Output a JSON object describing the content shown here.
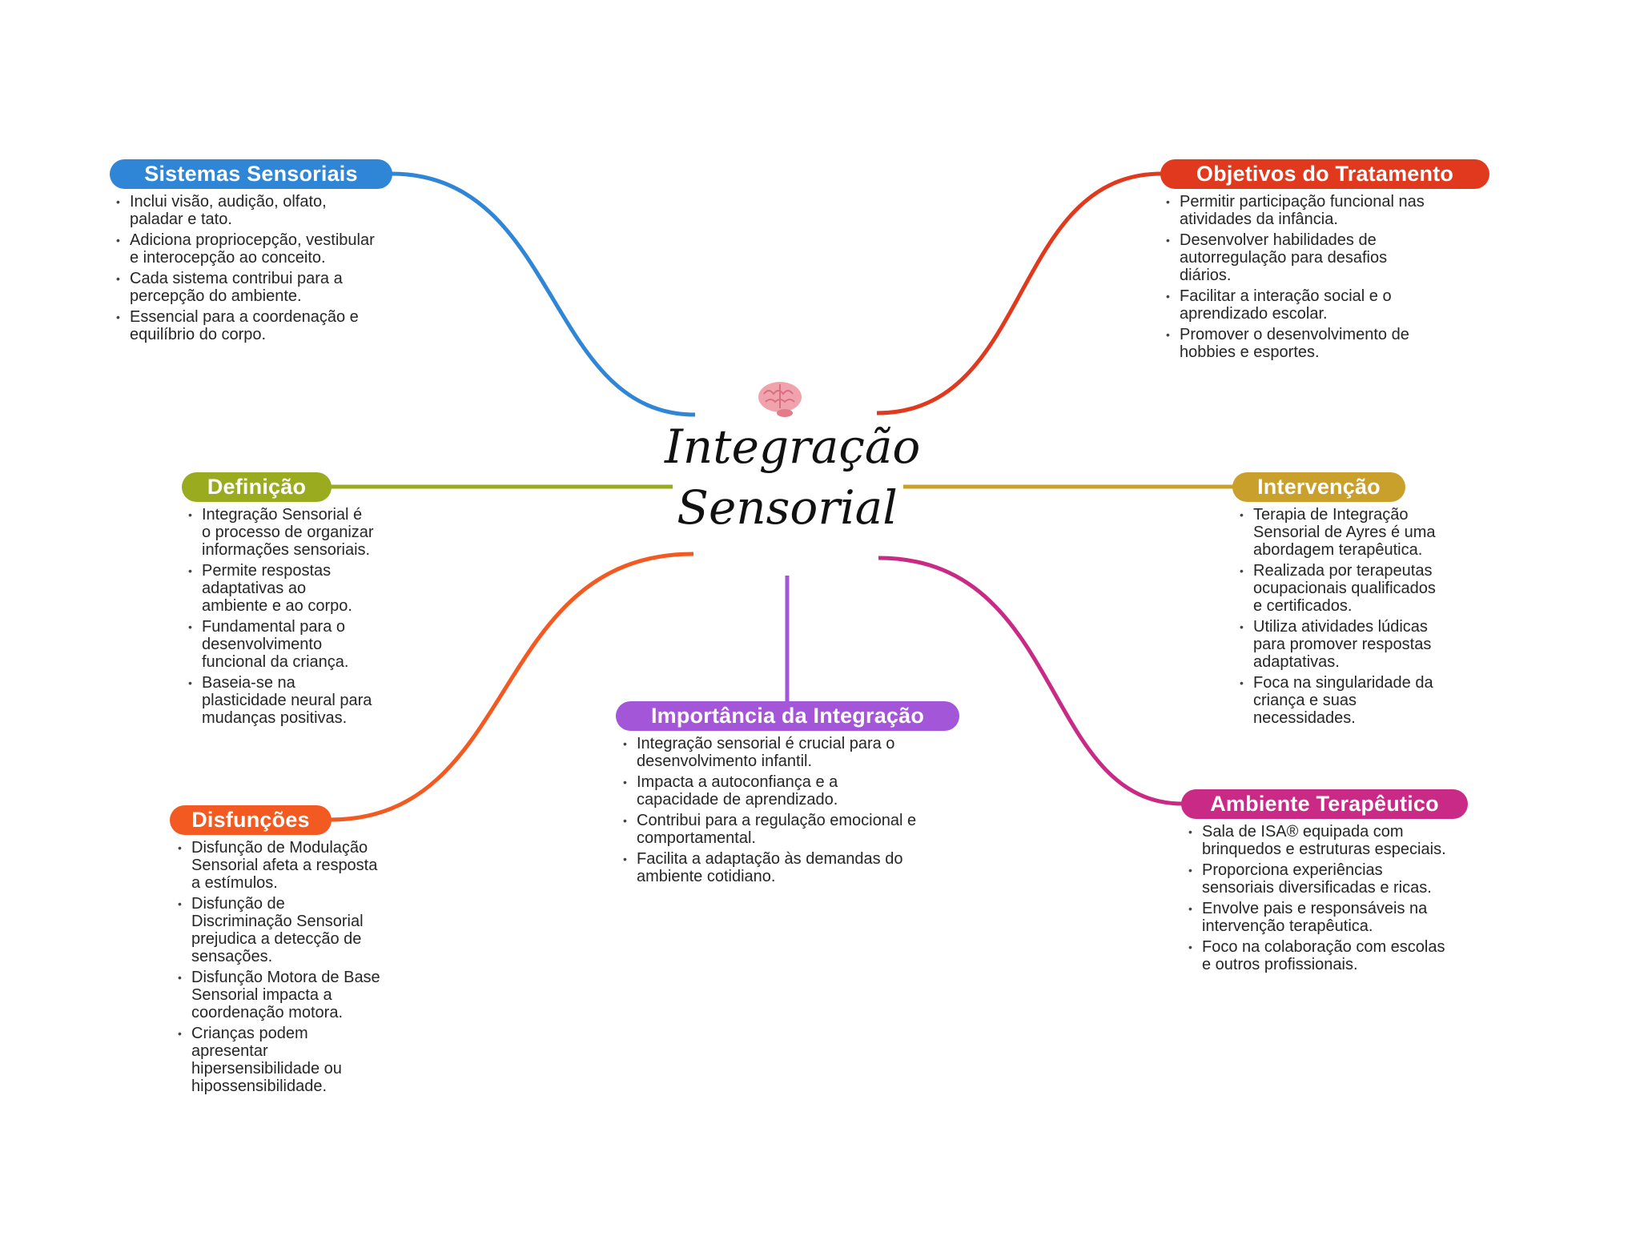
{
  "center": {
    "line1": "Integração",
    "line2": "Sensorial",
    "icon": "brain-icon"
  },
  "branches": [
    {
      "id": "b-sist",
      "title": "Sistemas Sensoriais",
      "color": "#2f86d6",
      "items": [
        "Inclui visão, audição, olfato, paladar e tato.",
        "Adiciona propriocepção, vestibular e interocepção ao conceito.",
        "Cada sistema contribui para a percepção do ambiente.",
        "Essencial para a coordenação e equilíbrio do corpo."
      ]
    },
    {
      "id": "b-obj",
      "title": "Objetivos do Tratamento",
      "color": "#e0391d",
      "items": [
        "Permitir participação funcional nas atividades da infância.",
        "Desenvolver habilidades de autorregulação para desafios diários.",
        "Facilitar a interação social e o aprendizado escolar.",
        "Promover o desenvolvimento de hobbies e esportes."
      ]
    },
    {
      "id": "b-def",
      "title": "Definição",
      "color": "#9aab1f",
      "items": [
        "Integração Sensorial é o processo de organizar informações sensoriais.",
        "Permite respostas adaptativas ao ambiente e ao corpo.",
        "Fundamental para o desenvolvimento funcional da criança.",
        "Baseia-se na plasticidade neural para mudanças positivas."
      ]
    },
    {
      "id": "b-int",
      "title": "Intervenção",
      "color": "#c9a02c",
      "items": [
        "Terapia de Integração Sensorial de Ayres é uma abordagem terapêutica.",
        "Realizada por terapeutas ocupacionais qualificados e certificados.",
        "Utiliza atividades lúdicas para promover respostas adaptativas.",
        "Foca na singularidade da criança e suas necessidades."
      ]
    },
    {
      "id": "b-dis",
      "title": "Disfunções",
      "color": "#f25a22",
      "items": [
        "Disfunção de Modulação Sensorial afeta a resposta a estímulos.",
        "Disfunção de Discriminação Sensorial prejudica a detecção de sensações.",
        "Disfunção Motora de Base Sensorial impacta a coordenação motora.",
        "Crianças podem apresentar hipersensibilidade ou hipossensibilidade."
      ]
    },
    {
      "id": "b-imp",
      "title": "Importância da Integração",
      "color": "#a356d8",
      "items": [
        "Integração sensorial é crucial para o desenvolvimento infantil.",
        "Impacta a autoconfiança e a capacidade de aprendizado.",
        "Contribui para a regulação emocional e comportamental.",
        "Facilita a adaptação às demandas do ambiente cotidiano."
      ]
    },
    {
      "id": "b-amb",
      "title": "Ambiente Terapêutico",
      "color": "#c82a86",
      "items": [
        "Sala de ISA® equipada com brinquedos e estruturas especiais.",
        "Proporciona experiências sensoriais diversificadas e ricas.",
        "Envolve pais e responsáveis na intervenção terapêutica.",
        "Foco na colaboração com escolas e outros profissionais."
      ]
    }
  ]
}
